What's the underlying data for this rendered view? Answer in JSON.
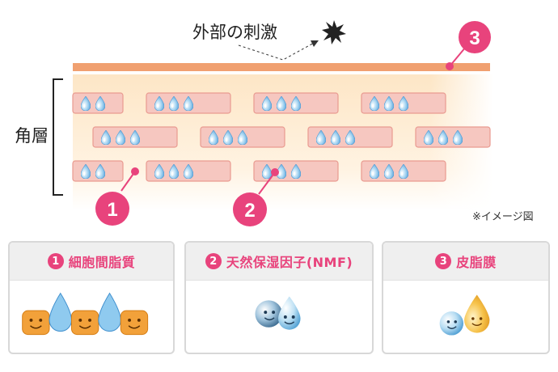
{
  "diagram": {
    "external_stimulus_label": "外部の刺激",
    "stratum_corneum_label": "角層",
    "note": "※イメージ図",
    "markers": [
      {
        "number": "1"
      },
      {
        "number": "2"
      },
      {
        "number": "3"
      }
    ]
  },
  "panels": [
    {
      "number": "1",
      "title": "細胞間脂質"
    },
    {
      "number": "2",
      "title": "天然保湿因子(NMF)"
    },
    {
      "number": "3",
      "title": "皮脂膜"
    }
  ],
  "colors": {
    "accent_pink": "#e8437c",
    "sebum_film": "#f0a070",
    "cell_fill": "#f6c7c0",
    "cell_border": "#e99a90",
    "drop_blue": "#5aa9de",
    "background_glow": "#fde9cc",
    "panel_border": "#d8d8d8",
    "panel_header": "#efefef"
  }
}
